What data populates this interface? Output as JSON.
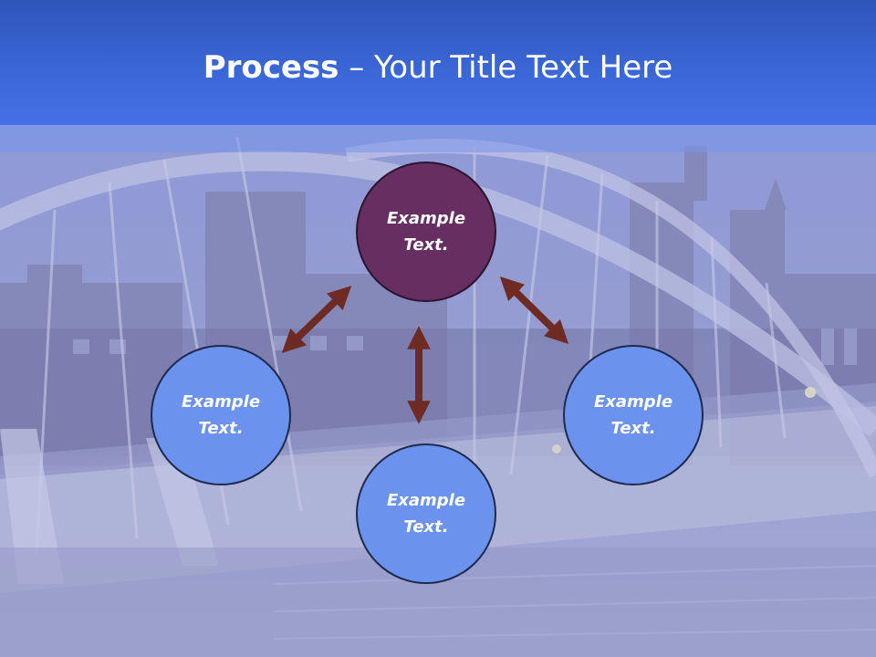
{
  "slide": {
    "title_bold": "Process",
    "title_rest": " – Your Title Text Here"
  },
  "diagram": {
    "nodes": [
      {
        "id": "top",
        "label": "Example\nText."
      },
      {
        "id": "left",
        "label": "Example\nText."
      },
      {
        "id": "bottom",
        "label": "Example\nText."
      },
      {
        "id": "right",
        "label": "Example\nText."
      }
    ]
  },
  "colors": {
    "title_band": "#3a66d6",
    "top_node": "#672f61",
    "blue_node": "#6b92ec",
    "arrow": "#6e2b24"
  }
}
